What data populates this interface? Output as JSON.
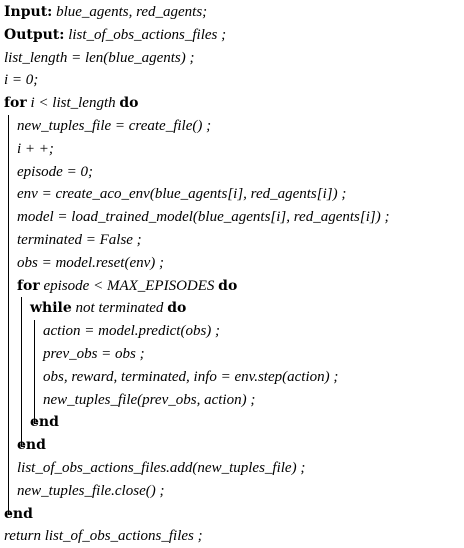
{
  "algorithm": {
    "lines": [
      {
        "kw": "Input:",
        "text": " blue_agents, red_agents;",
        "indent": 0
      },
      {
        "kw": "Output:",
        "text": " list_of_obs_actions_files ;",
        "indent": 0
      },
      {
        "kw": "",
        "text": "list_length = len(blue_agents) ;",
        "indent": 0
      },
      {
        "kw": "",
        "text": "i = 0;",
        "indent": 0
      },
      {
        "kw": "for",
        "text": " i < list_length ",
        "kw2": "do",
        "indent": 0
      },
      {
        "kw": "",
        "text": "new_tuples_file = create_file() ;",
        "indent": 1
      },
      {
        "kw": "",
        "text": "i + +;",
        "indent": 1
      },
      {
        "kw": "",
        "text": "episode = 0;",
        "indent": 1
      },
      {
        "kw": "",
        "text": "env = create_aco_env(blue_agents[i], red_agents[i]) ;",
        "indent": 1
      },
      {
        "kw": "",
        "text": "model = load_trained_model(blue_agents[i], red_agents[i]) ;",
        "indent": 1
      },
      {
        "kw": "",
        "text": "terminated = False ;",
        "indent": 1
      },
      {
        "kw": "",
        "text": "obs = model.reset(env) ;",
        "indent": 1
      },
      {
        "kw": "for",
        "text": " episode < MAX_EPISODES ",
        "kw2": "do",
        "indent": 1
      },
      {
        "kw": "while",
        "text": " not terminated ",
        "kw2": "do",
        "indent": 2
      },
      {
        "kw": "",
        "text": "action = model.predict(obs) ;",
        "indent": 3
      },
      {
        "kw": "",
        "text": "prev_obs = obs ;",
        "indent": 3
      },
      {
        "kw": "",
        "text": "obs, reward, terminated, info = env.step(action) ;",
        "indent": 3
      },
      {
        "kw": "",
        "text": "new_tuples_file(prev_obs, action) ;",
        "indent": 3
      },
      {
        "kw": "end",
        "text": "",
        "indent": 2
      },
      {
        "kw": "end",
        "text": "",
        "indent": 1
      },
      {
        "kw": "",
        "text": "list_of_obs_actions_files.add(new_tuples_file) ;",
        "indent": 1
      },
      {
        "kw": "",
        "text": "new_tuples_file.close() ;",
        "indent": 1
      },
      {
        "kw": "end",
        "text": "",
        "indent": 0
      },
      {
        "kw": "return",
        "text": " list_of_obs_actions_files ;",
        "indent": 0,
        "kw_italic": true
      }
    ]
  }
}
